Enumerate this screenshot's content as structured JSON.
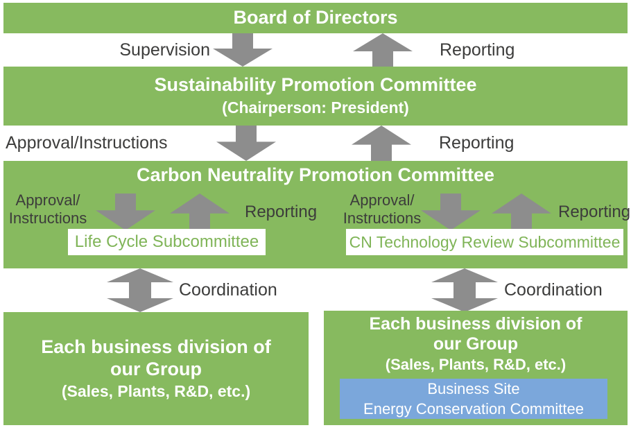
{
  "colors": {
    "green": "#87BA5F",
    "arrow-gray": "#8D8D8D",
    "blue": "#7BA7DB",
    "dark": "#3C3C3B",
    "box-green-text": "#7FB457"
  },
  "board": {
    "title": "Board of Directors"
  },
  "flow1": {
    "supervision": "Supervision",
    "reporting": "Reporting"
  },
  "sustainability": {
    "title": "Sustainability Promotion Committee",
    "chairperson": "(Chairperson: President)"
  },
  "flow2": {
    "approval_instructions": "Approval/Instructions",
    "reporting": "Reporting"
  },
  "carbon": {
    "title": "Carbon Neutrality Promotion Committee",
    "left": {
      "approval_line1": "Approval/",
      "approval_line2": "Instructions",
      "reporting": "Reporting",
      "subcommittee": "Life Cycle Subcommittee"
    },
    "right": {
      "approval_line1": "Approval/",
      "approval_line2": "Instructions",
      "reporting": "Reporting",
      "subcommittee": "CN Technology Review Subcommittee"
    }
  },
  "flow3": {
    "coordination_left": "Coordination",
    "coordination_right": "Coordination"
  },
  "division_left": {
    "line1": "Each business division of",
    "line2": "our Group",
    "detail": "(Sales, Plants, R&D, etc.)"
  },
  "division_right": {
    "line1": "Each business division of",
    "line2": "our Group",
    "detail": "(Sales, Plants, R&D, etc.)",
    "site_line1": "Business Site",
    "site_line2": "Energy Conservation Committee"
  }
}
